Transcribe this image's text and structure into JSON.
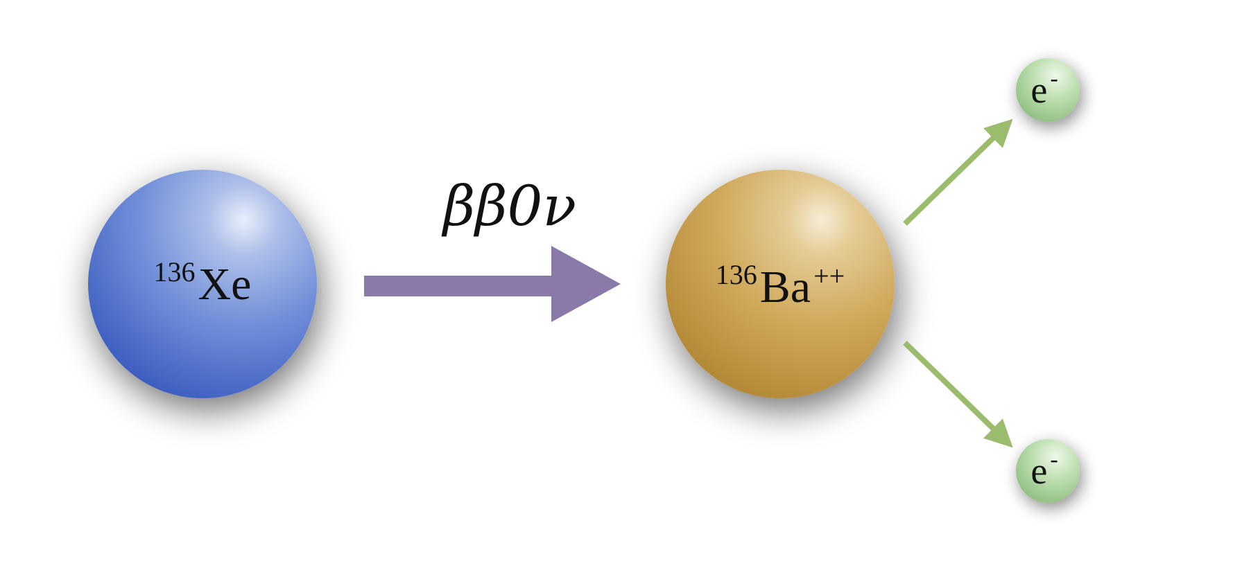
{
  "diagram": {
    "parent": {
      "mass_number": "136",
      "symbol": "Xe",
      "color": "#4b6fc9"
    },
    "process": {
      "label": "ββ0ν",
      "arrow_color": "#8a7aaa"
    },
    "daughter": {
      "mass_number": "136",
      "symbol": "Ba",
      "charge": "++",
      "color": "#c9a24e"
    },
    "electrons": [
      {
        "symbol": "e",
        "charge": "-"
      },
      {
        "symbol": "e",
        "charge": "-"
      }
    ],
    "emission_arrow_color": "#9bbb6d",
    "electron_color": "#9ccc8a"
  }
}
